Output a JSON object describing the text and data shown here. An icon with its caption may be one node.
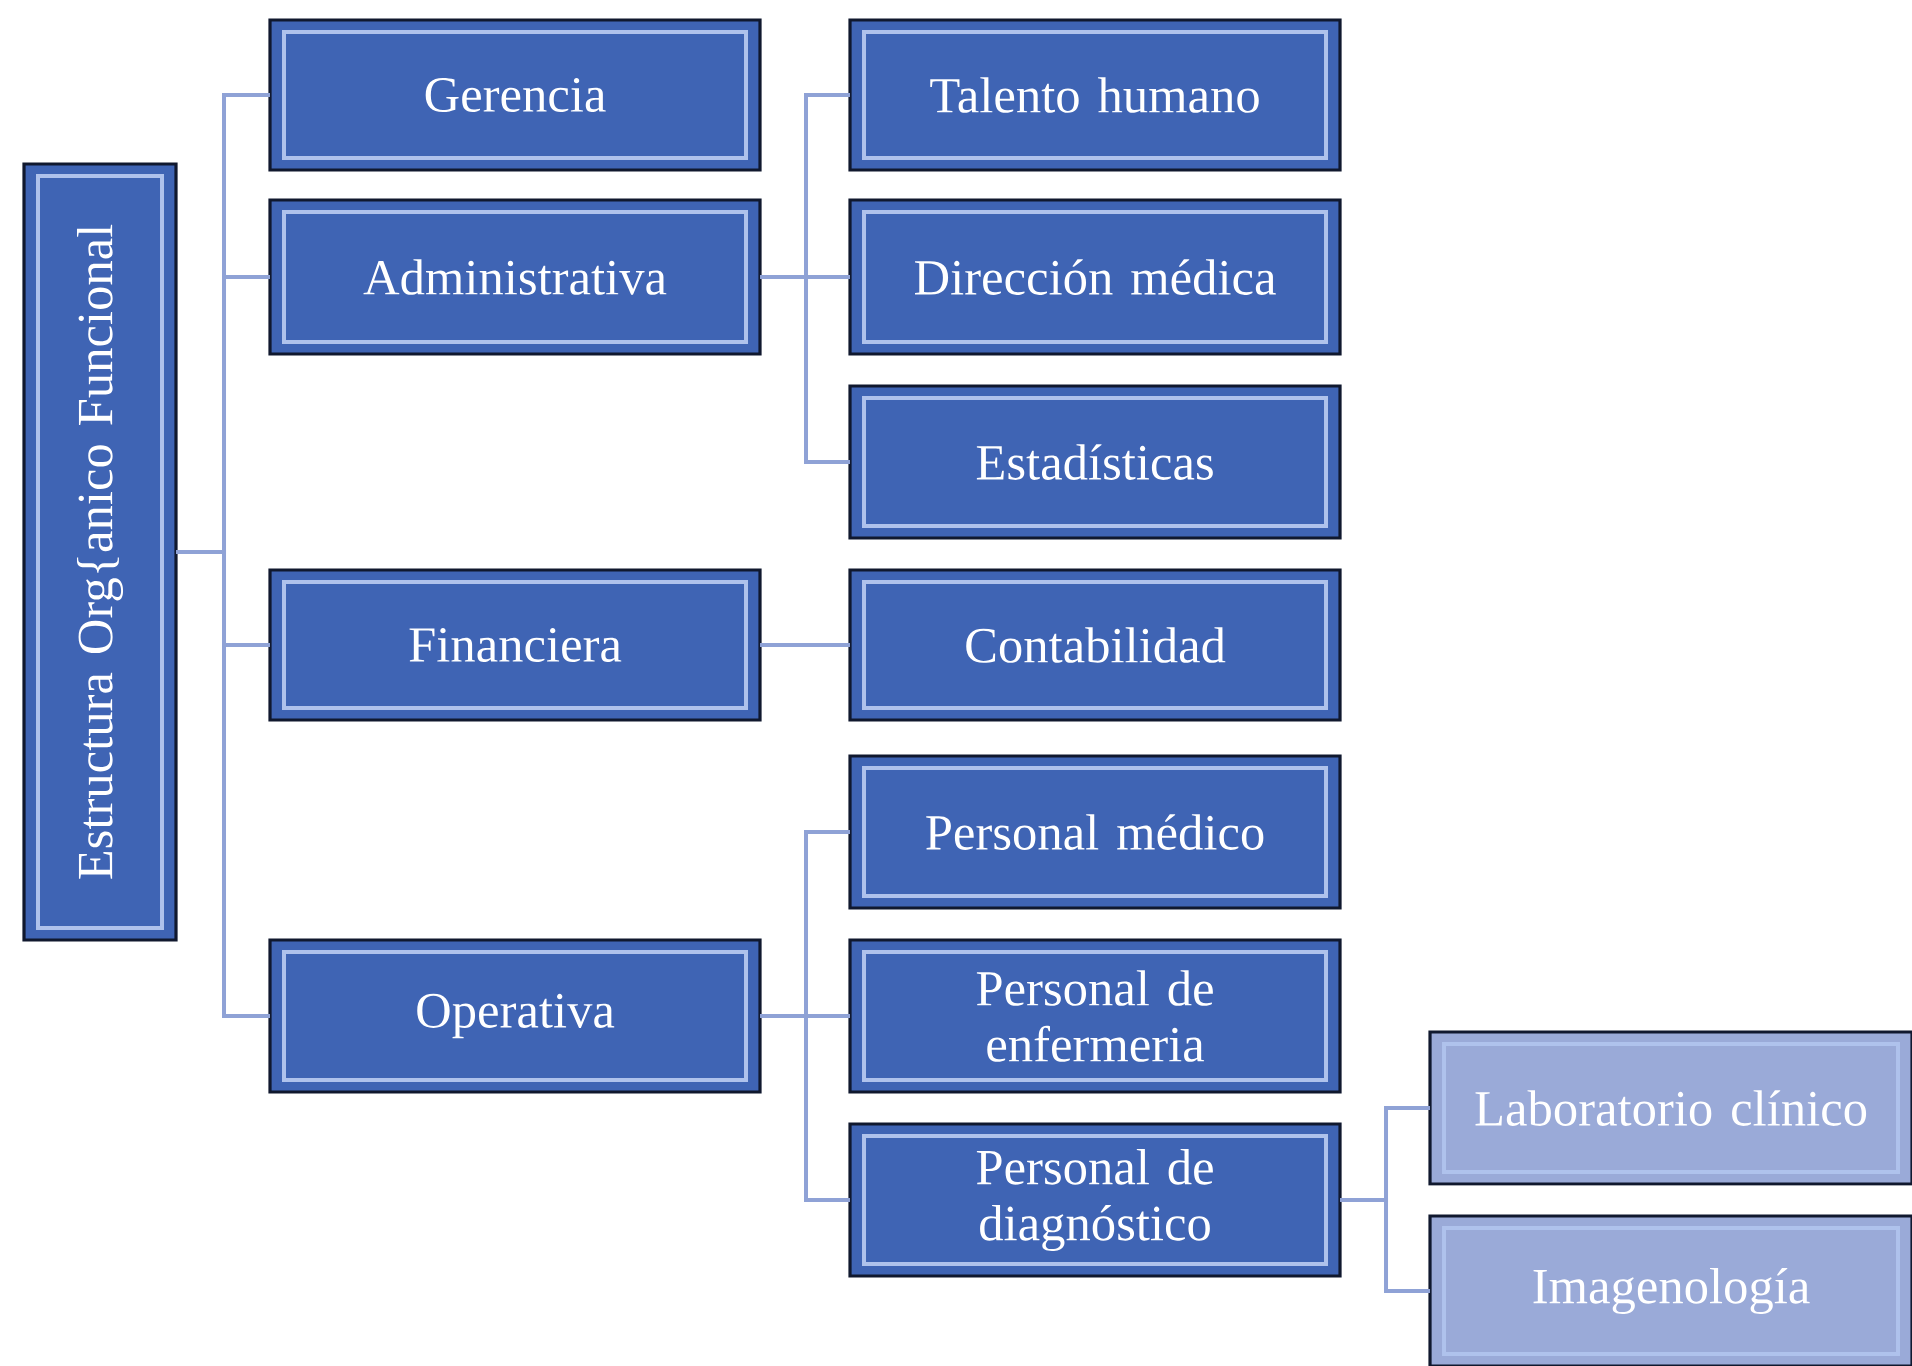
{
  "diagram": {
    "nodes": [
      {
        "text": [
          "Estructura Org{anico Funcional"
        ]
      },
      {
        "text": [
          "Gerencia"
        ]
      },
      {
        "text": [
          "Administrativa"
        ]
      },
      {
        "text": [
          "Financiera"
        ]
      },
      {
        "text": [
          "Operativa"
        ]
      },
      {
        "text": [
          "Talento humano"
        ]
      },
      {
        "text": [
          "Dirección médica"
        ]
      },
      {
        "text": [
          "Estadísticas"
        ]
      },
      {
        "text": [
          "Contabilidad"
        ]
      },
      {
        "text": [
          "Personal médico"
        ]
      },
      {
        "text": [
          "Personal de enfermeria"
        ]
      },
      {
        "text": [
          "Personal de diagnóstico"
        ]
      },
      {
        "text": [
          "Laboratorio clínico"
        ]
      },
      {
        "text": [
          "Imagenología"
        ]
      }
    ],
    "edges": [
      {
        "from": 0,
        "to": 1,
        "arrow": "none"
      },
      {
        "from": 0,
        "to": 2,
        "arrow": "none"
      },
      {
        "from": 0,
        "to": 3,
        "arrow": "none"
      },
      {
        "from": 0,
        "to": 4,
        "arrow": "none"
      },
      {
        "from": 2,
        "to": 5,
        "arrow": "none"
      },
      {
        "from": 2,
        "to": 6,
        "arrow": "none"
      },
      {
        "from": 2,
        "to": 7,
        "arrow": "none"
      },
      {
        "from": 3,
        "to": 8,
        "arrow": "none"
      },
      {
        "from": 4,
        "to": 9,
        "arrow": "none"
      },
      {
        "from": 4,
        "to": 10,
        "arrow": "none"
      },
      {
        "from": 4,
        "to": 11,
        "arrow": "none"
      },
      {
        "from": 11,
        "to": 12,
        "arrow": "none"
      },
      {
        "from": 11,
        "to": 13,
        "arrow": "none"
      }
    ]
  }
}
